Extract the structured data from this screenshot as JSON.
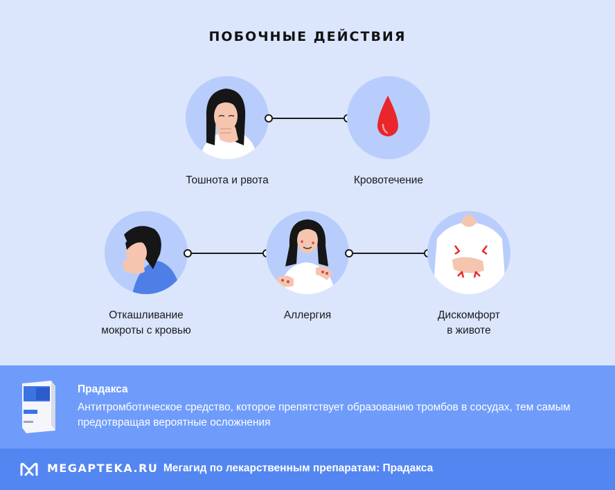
{
  "title": "ПОБОЧНЫЕ ДЕЙСТВИЯ",
  "effects": {
    "nausea": {
      "line1": "Тошнота и рвота",
      "icon": "nausea-woman-icon"
    },
    "bleeding": {
      "line1": "Кровотечение",
      "icon": "blood-drop-icon"
    },
    "cough": {
      "line1": "Откашливание",
      "line2": "мокроты с кровью",
      "icon": "coughing-woman-icon"
    },
    "allergy": {
      "line1": "Аллергия",
      "icon": "allergy-woman-icon"
    },
    "stomach": {
      "line1": "Дискомфорт",
      "line2": "в животе",
      "icon": "stomach-pain-icon"
    }
  },
  "drug": {
    "name": "Прадакса",
    "description": "Антитромботическое средство, которое препятствует образованию тромбов в сосудах, тем самым предотвращая вероятные осложнения"
  },
  "footer": {
    "brand": "MEGAPTEKA.RU",
    "tagline": "Мегагид по лекарственным препаратам: Прадакса"
  },
  "colors": {
    "background": "#dbe6fd",
    "circle": "#b8cdfc",
    "info_band": "#6f9cfb",
    "footer_band": "#5486f1",
    "blood": "#e8262c"
  }
}
